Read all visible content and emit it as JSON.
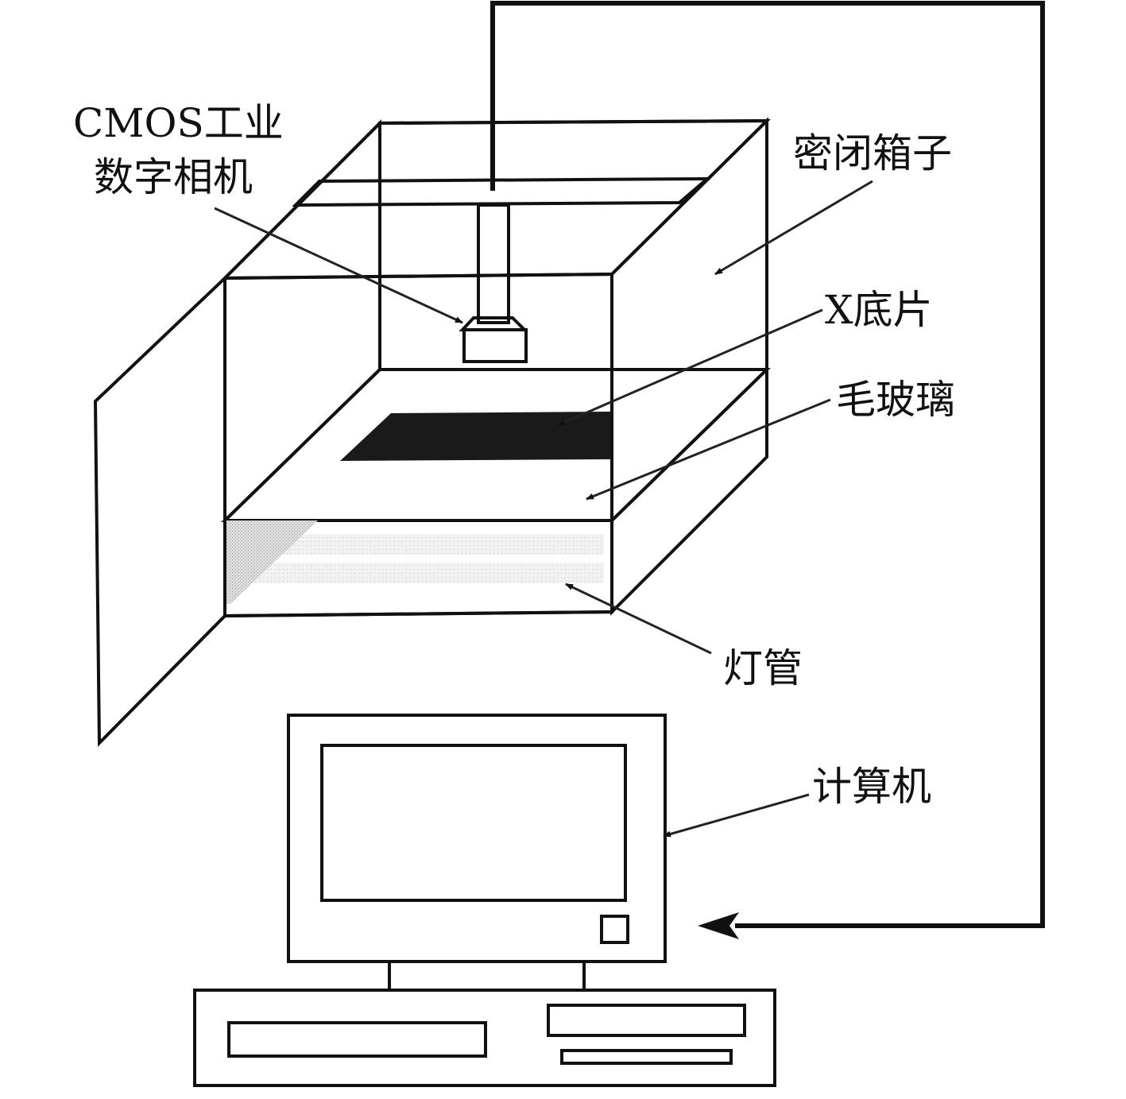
{
  "labels": {
    "camera_line1": "CMOS工业",
    "camera_line2": "数字相机",
    "sealed_box": "密闭箱子",
    "x_film": "X底片",
    "frosted_glass": "毛玻璃",
    "lamp": "灯管",
    "computer": "计算机"
  },
  "colors": {
    "line": "#111111",
    "panel_fill": "#d4d4d4",
    "film": "#1a1a1a",
    "white": "#ffffff"
  }
}
